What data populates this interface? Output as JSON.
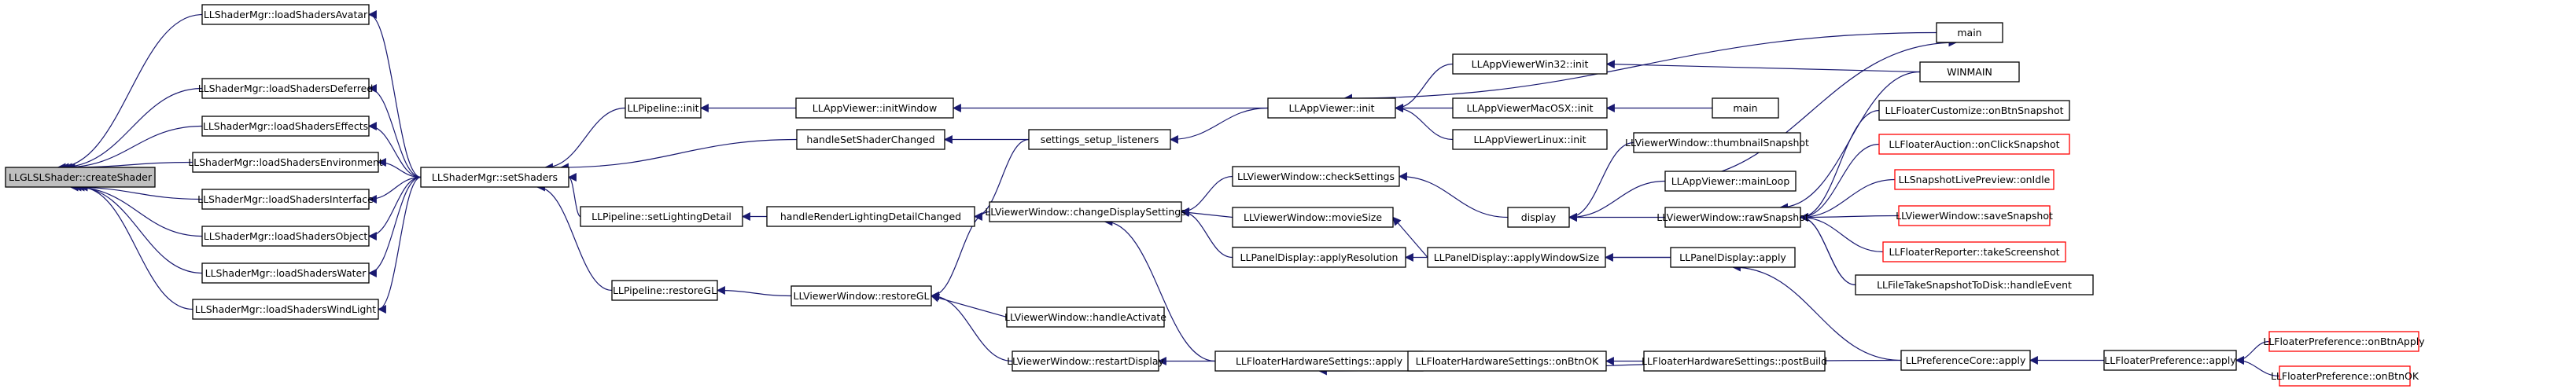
{
  "colors": {
    "edge": "#191970",
    "root_fill": "#bfbfbf",
    "red_border": "#ff0000",
    "background": "#ffffff"
  },
  "nodes": {
    "n0": "LLGLSLShader::createShader",
    "n1": "LLShaderMgr::loadShadersAvatar",
    "n2": "LLShaderMgr::loadShadersDeferred",
    "n3": "LLShaderMgr::loadShadersEffects",
    "n4": "LLShaderMgr::loadShadersEnvironment",
    "n5": "LLShaderMgr::loadShadersInterface",
    "n6": "LLShaderMgr::loadShadersObject",
    "n7": "LLShaderMgr::loadShadersWater",
    "n8": "LLShaderMgr::loadShadersWindLight",
    "n9": "LLShaderMgr::setShaders",
    "n10": "LLPipeline::init",
    "n11": "LLPipeline::setLightingDetail",
    "n12": "LLPipeline::restoreGL",
    "n13": "handleSetShaderChanged",
    "n14": "handleRenderLightingDetailChanged",
    "n15": "LLAppViewer::initWindow",
    "n16": "settings_setup_listeners",
    "n17": "LLAppViewer::init",
    "n18": "LLAppViewerWin32::init",
    "n19": "LLAppViewerMacOSX::init",
    "n20": "LLAppViewerLinux::init",
    "n21": "main",
    "n22": "WINMAIN",
    "n23": "main",
    "n24": "LLViewerWindow::restoreGL",
    "n25": "LLViewerWindow::changeDisplaySettings",
    "n26": "LLViewerWindow::handleActivate",
    "n27": "LLViewerWindow::restartDisplay",
    "n28": "LLViewerWindow::checkSettings",
    "n29": "LLViewerWindow::movieSize",
    "n30": "LLPanelDisplay::applyResolution",
    "n31": "LLFloaterHardwareSettings::apply",
    "n32": "display",
    "n33": "LLPanelDisplay::applyWindowSize",
    "n34": "LLFloaterHardwareSettings::onBtnOK",
    "n35": "LLViewerWindow::thumbnailSnapshot",
    "n36": "LLAppViewer::mainLoop",
    "n37": "LLViewerWindow::rawSnapshot",
    "n38": "LLPanelDisplay::apply",
    "n39": "LLFloaterHardwareSettings::postBuild",
    "n40": "LLFloaterCustomize::onBtnSnapshot",
    "n41": "LLFloaterAuction::onClickSnapshot",
    "n42": "LLSnapshotLivePreview::onIdle",
    "n43": "LLViewerWindow::saveSnapshot",
    "n44": "LLFloaterReporter::takeScreenshot",
    "n45": "LLFileTakeSnapshotToDisk::handleEvent",
    "n46": "LLPreferenceCore::apply",
    "n47": "LLFloaterPreference::apply",
    "n48": "LLFloaterPreference::onBtnApply",
    "n49": "LLFloaterPreference::onBtnOK"
  }
}
